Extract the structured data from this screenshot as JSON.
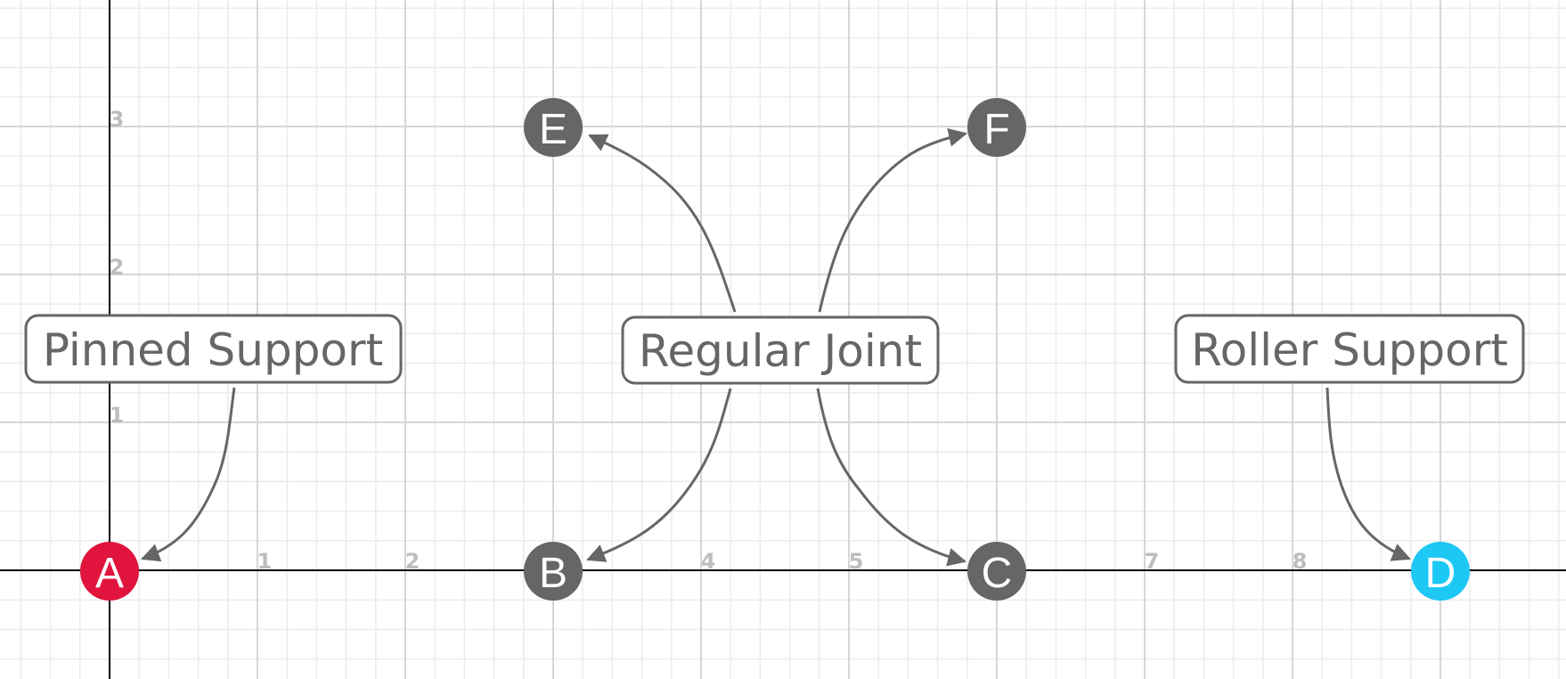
{
  "axis": {
    "x_ticks": [
      "1",
      "2",
      "4",
      "5",
      "7",
      "8"
    ],
    "y_ticks": [
      "1",
      "2",
      "3"
    ]
  },
  "nodes": {
    "A": {
      "label": "A",
      "color": "#e0143c"
    },
    "B": {
      "label": "B",
      "color": "#666666"
    },
    "C": {
      "label": "C",
      "color": "#666666"
    },
    "D": {
      "label": "D",
      "color": "#1ec8f5"
    },
    "E": {
      "label": "E",
      "color": "#666666"
    },
    "F": {
      "label": "F",
      "color": "#666666"
    }
  },
  "labels": {
    "pinned": "Pinned Support",
    "regular": "Regular Joint",
    "roller": "Roller Support"
  },
  "colors": {
    "grid_major": "#d6d6d6",
    "grid_minor": "#ececec",
    "axis": "#000000",
    "arrow": "#666666"
  }
}
